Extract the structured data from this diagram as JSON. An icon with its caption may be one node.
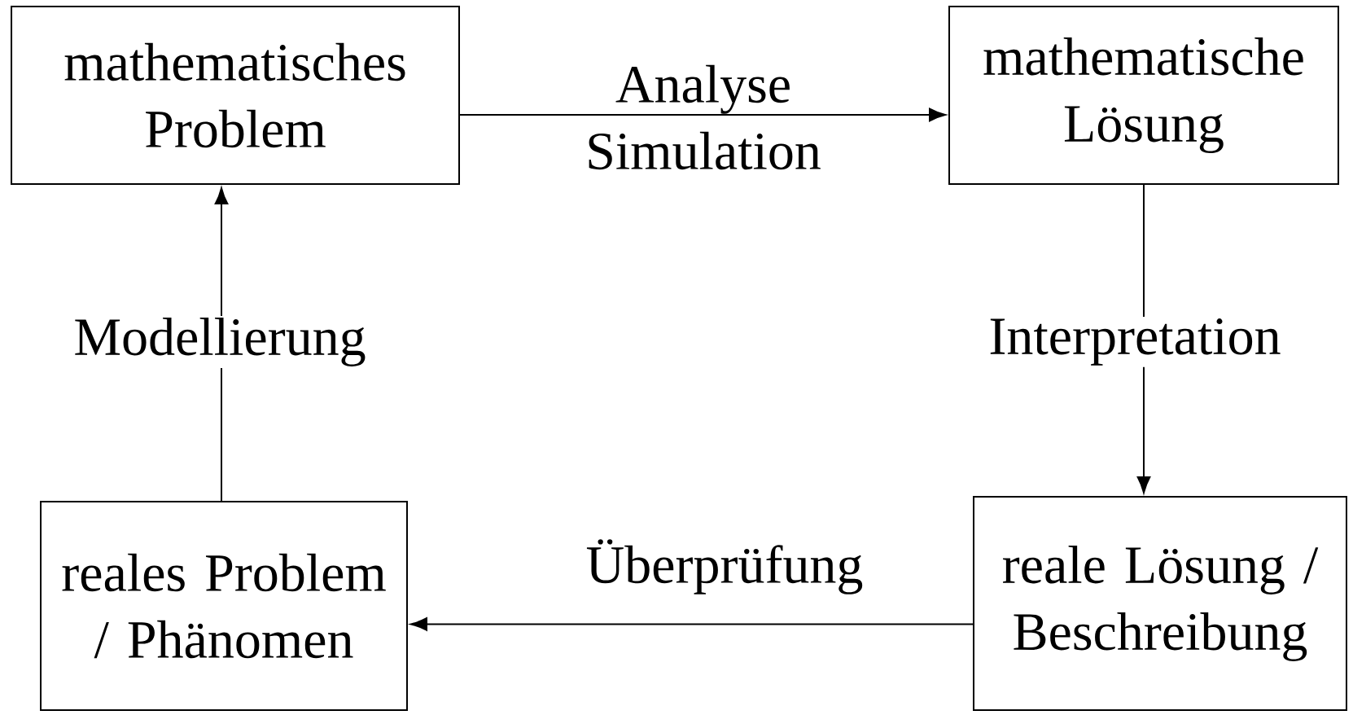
{
  "diagram": {
    "nodes": [
      {
        "text": [
          "mathematisches Problem"
        ]
      },
      {
        "text": [
          "mathematische Lösung"
        ]
      },
      {
        "text": [
          "reales Problem / Phänomen"
        ]
      },
      {
        "text": [
          "reale Lösung / Beschreibung"
        ]
      }
    ],
    "edges": [
      {
        "from": 0,
        "to": 1,
        "arrow": "to",
        "label": "Analyse Simulation"
      },
      {
        "from": 1,
        "to": 3,
        "arrow": "to",
        "label": "Interpretation"
      },
      {
        "from": 3,
        "to": 2,
        "arrow": "to",
        "label": "Überprüfung"
      },
      {
        "from": 2,
        "to": 0,
        "arrow": "to",
        "label": "Modellierung"
      }
    ]
  }
}
